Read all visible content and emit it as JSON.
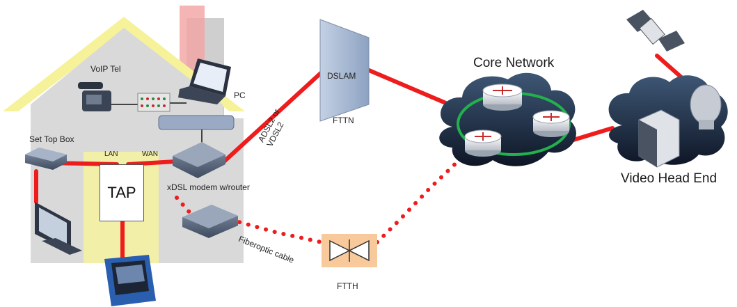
{
  "labels": {
    "voip_tel": "VoIP Tel",
    "pc": "PC",
    "set_top_box": "Set Top Box",
    "lan": "LAN",
    "wan": "WAN",
    "tap": "TAP",
    "xdsl_modem": "xDSL modem w/router",
    "adsl_line1": "ADSL2 or",
    "adsl_line2": "VDSL2",
    "dslam": "DSLAM",
    "fttn": "FTTN",
    "core_network": "Core Network",
    "video_head_end": "Video Head End",
    "fiberoptic_cable": "Fiberoptic cable",
    "ftth": "FTTH"
  },
  "colors": {
    "link": "#ee1c1c",
    "ring": "#22b14c",
    "house_roof": "#f6f29a",
    "house_wall": "#d9d9d9",
    "chimney": "#f4a3a3",
    "cloud_dark": "#1f2d44",
    "tap_zone": "#f2f0a8",
    "ftth_box": "#f8c99a",
    "dslam_fill": "#a6b8d3"
  },
  "icons": [
    "house",
    "telephone",
    "switch-panel",
    "laptop",
    "set-top-box",
    "tv-monitor",
    "modem-router",
    "ont-box",
    "test-meter",
    "dslam",
    "cloud",
    "router",
    "satellite",
    "antenna-dish",
    "server"
  ]
}
